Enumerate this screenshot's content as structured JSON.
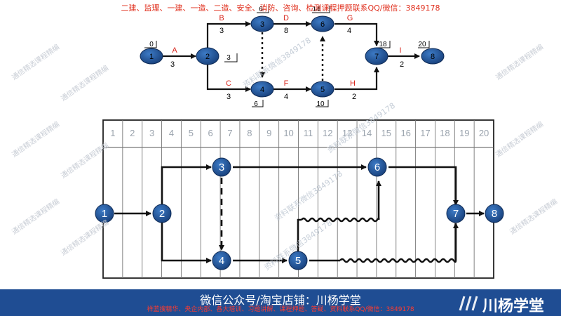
{
  "top_banner": "二建、监理、一建、一造、二造、安全、消防、咨询、检测课程押题联系QQ/微信：3849178",
  "side_watermark": "通信精选课程精编",
  "center_watermarks": [
    "资料联系微信3849178",
    "资料联系微信3849178",
    "资料联系微信3849178",
    "资料联系微信3849178"
  ],
  "footer": {
    "main": "微信公众号/淘宝店铺：川杨学堂",
    "ad": "祥蓝搜精华、央企内部、各大培训、习题讲解、课程押题、答疑、资料联系QQ/微信：3849178",
    "brand": "川杨学堂"
  },
  "network": {
    "nodes": [
      {
        "id": "1",
        "label": "1"
      },
      {
        "id": "2",
        "label": "2"
      },
      {
        "id": "3",
        "label": "3"
      },
      {
        "id": "4",
        "label": "4"
      },
      {
        "id": "5",
        "label": "5"
      },
      {
        "id": "6",
        "label": "6"
      },
      {
        "id": "7",
        "label": "7"
      },
      {
        "id": "8",
        "label": "8"
      }
    ],
    "activities": [
      {
        "name": "A",
        "duration": "3"
      },
      {
        "name": "B",
        "duration": "3"
      },
      {
        "name": "C",
        "duration": "3"
      },
      {
        "name": "D",
        "duration": "8"
      },
      {
        "name": "F",
        "duration": "4"
      },
      {
        "name": "G",
        "duration": "4"
      },
      {
        "name": "H",
        "duration": "2"
      },
      {
        "name": "I",
        "duration": "2"
      }
    ],
    "event_times": [
      "0",
      "3",
      "6",
      "6",
      "10",
      "14",
      "18",
      "20"
    ]
  },
  "timeline": {
    "columns": [
      "1",
      "2",
      "3",
      "4",
      "5",
      "6",
      "7",
      "8",
      "9",
      "10",
      "11",
      "12",
      "13",
      "14",
      "15",
      "16",
      "17",
      "18",
      "19",
      "20"
    ],
    "nodes": [
      "1",
      "2",
      "3",
      "4",
      "5",
      "6",
      "7",
      "8"
    ]
  }
}
